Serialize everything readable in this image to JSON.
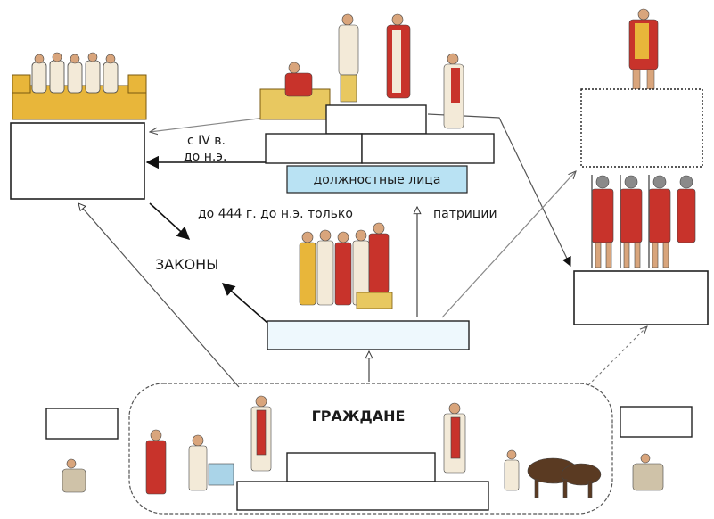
{
  "labels": {
    "since_iv": "с IV в.",
    "bc_short": "до н.э.",
    "officials": "должностные лица",
    "until_444": "до 444 г. до н.э. только",
    "patricians": "патриции",
    "laws": "ЗАКОНЫ",
    "citizens": "ГРАЖДАНЕ"
  },
  "colors": {
    "officials_box_fill": "#b9e2f3",
    "assembly_box_fill": "#eef8fd",
    "figure_red": "#c8332b",
    "figure_gold": "#e8b63a",
    "outline": "#222222"
  }
}
